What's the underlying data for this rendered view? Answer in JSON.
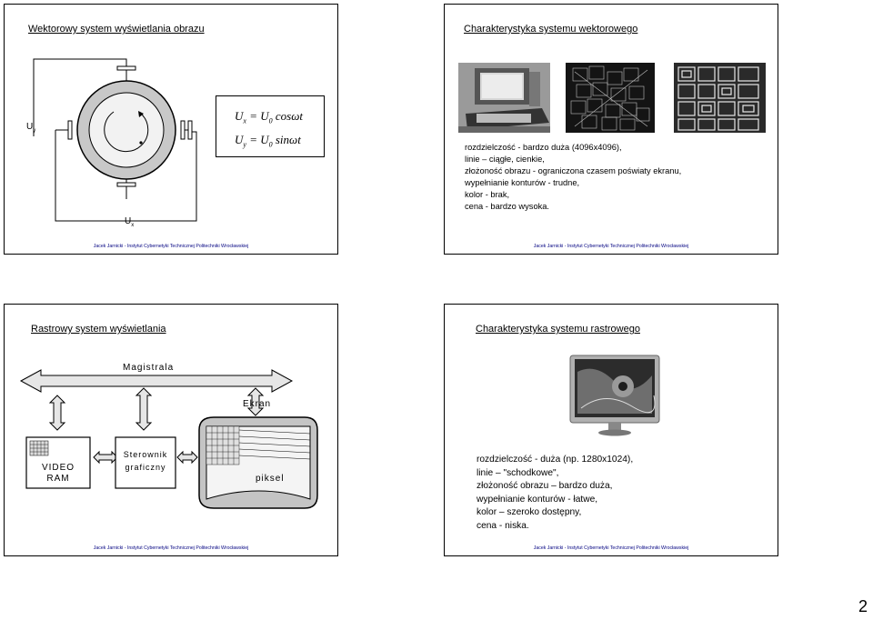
{
  "slides": [
    {
      "title": "Wektorowy system wyświetlania obrazu",
      "uy_label": "U",
      "uy_sub": "y",
      "ux_label": "U",
      "ux_sub": "x",
      "eq1": "U  = U  cosωt",
      "eq1_parts": [
        "U",
        "x",
        " = U",
        "0",
        " cosωt"
      ],
      "eq2_parts": [
        "U",
        "y",
        " = U",
        "0",
        " sinωt"
      ],
      "footer": "Jacek Jarnicki - Instytut Cybernetyki Technicznej Politechniki Wrocławskiej"
    },
    {
      "title": "Charakterystyka systemu wektorowego",
      "lines": [
        "rozdzielczość - bardzo duża (4096x4096),",
        "linie – ciągłe, cienkie,",
        "złożoność obrazu - ograniczona czasem poświaty ekranu,",
        "wypełnianie konturów - trudne,",
        "kolor - brak,",
        "cena - bardzo wysoka."
      ],
      "footer": "Jacek Jarnicki - Instytut Cybernetyki Technicznej Politechniki Wrocławskiej"
    },
    {
      "title": "Rastrowy system wyświetlania",
      "bus_label": "Magistrala",
      "screen_label": "Ekran",
      "vram_label_1": "VIDEO",
      "vram_label_2": "RAM",
      "ctrl_label_1": "Sterownik",
      "ctrl_label_2": "graficzny",
      "pixel_label": "piksel",
      "footer": "Jacek Jarnicki - Instytut Cybernetyki Technicznej Politechniki Wrocławskiej"
    },
    {
      "title": "Charakterystyka systemu rastrowego",
      "lines": [
        "rozdzielczość -  duża (np. 1280x1024),",
        "linie –  \"schodkowe\",",
        "złożoność obrazu – bardzo duża,",
        "wypełnianie konturów - łatwe,",
        "kolor – szeroko dostępny,",
        "cena - niska."
      ],
      "footer": "Jacek Jarnicki - Instytut Cybernetyki Technicznej Politechniki Wrocławskiej"
    }
  ],
  "page_number": "2"
}
